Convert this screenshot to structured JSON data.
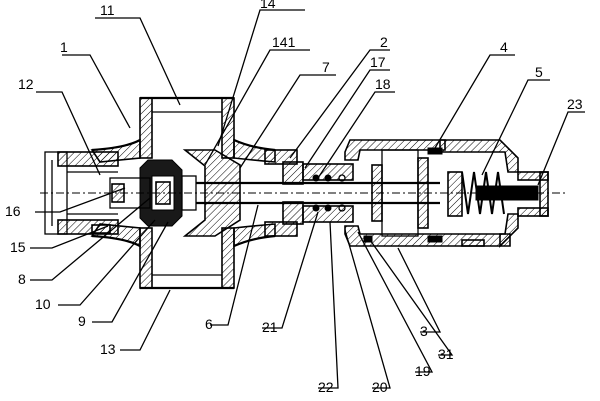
{
  "figure": {
    "callouts": [
      "11",
      "14",
      "141",
      "2",
      "17",
      "18",
      "4",
      "5",
      "23",
      "1",
      "12",
      "7",
      "16",
      "15",
      "8",
      "10",
      "9",
      "13",
      "6",
      "21",
      "22",
      "20",
      "19",
      "31",
      "3"
    ]
  }
}
